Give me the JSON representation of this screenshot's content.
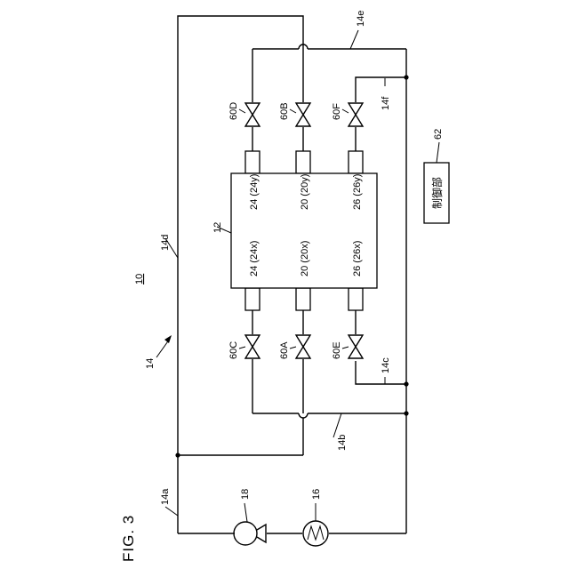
{
  "figure": {
    "title": "FIG. 3"
  },
  "labels": {
    "system": "10",
    "circuit": "14",
    "line_a": "14a",
    "line_b": "14b",
    "line_c": "14c",
    "line_d": "14d",
    "line_e": "14e",
    "line_f": "14f",
    "pump": "18",
    "heater": "16",
    "unit": "12",
    "controller_ref": "62",
    "controller_text": "制御部",
    "valve_60A": "60A",
    "valve_60B": "60B",
    "valve_60C": "60C",
    "valve_60D": "60D",
    "valve_60E": "60E",
    "valve_60F": "60F",
    "port_24x": "24 (24x)",
    "port_24y": "24 (24y)",
    "port_20x": "20 (20x)",
    "port_20y": "20 (20y)",
    "port_26x": "26 (26x)",
    "port_26y": "26 (26y)"
  }
}
